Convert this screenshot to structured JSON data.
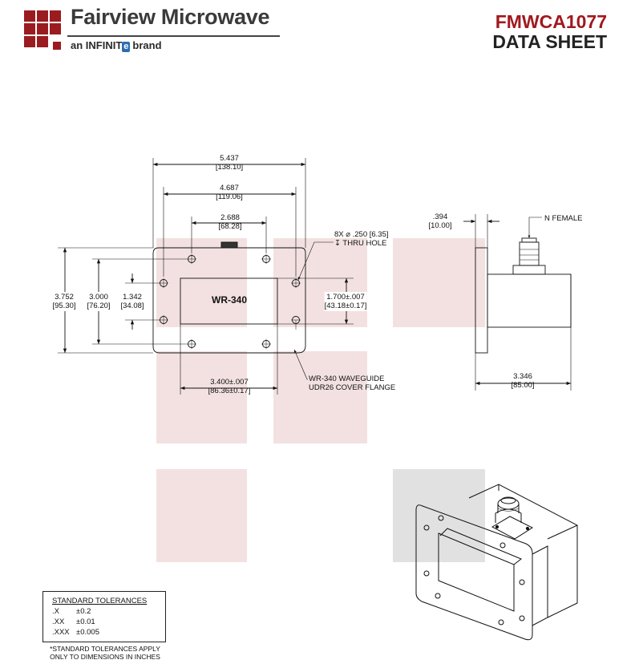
{
  "header": {
    "brand_name": "Fairview Microwave",
    "brand_sub_pre": "an INFINIT",
    "brand_sub_e": "e",
    "brand_sub_post": "brand",
    "part_number": "FMWCA1077",
    "sheet_title": "DATA SHEET"
  },
  "colors": {
    "brand_red": "#9a1c20",
    "part_number_red": "#a0191f",
    "infinite_blue": "#2a6fb0",
    "watermark_pink": "#f3e1e1",
    "watermark_grey": "#e1e1e1"
  },
  "drawing": {
    "dim_overall_width": {
      "inch": "5.437",
      "mm": "[138.10]"
    },
    "dim_hole_span_outer": {
      "inch": "4.687",
      "mm": "[119.06]"
    },
    "dim_hole_span_top": {
      "inch": "2.688",
      "mm": "[68.28]"
    },
    "dim_overall_height": {
      "inch": "3.752",
      "mm": "[95.30]"
    },
    "dim_hole_span_vertical": {
      "inch": "3.000",
      "mm": "[76.20]"
    },
    "dim_hole_span_inner": {
      "inch": "1.342",
      "mm": "[34.08]"
    },
    "dim_aperture_height": {
      "inch": "1.700±.007",
      "mm": "[43.18±0.17]"
    },
    "dim_aperture_width": {
      "inch": "3.400±.007",
      "mm": "[86.36±0.17]"
    },
    "hole_callout_line1": "8X ⌀ .250 [6.35]",
    "hole_callout_line2": "↧ THRU HOLE",
    "waveguide_label": "WR-340",
    "flange_callout_line1": "WR-340 WAVEGUIDE",
    "flange_callout_line2": "UDR26 COVER FLANGE",
    "dim_flange_thickness": {
      "inch": ".394",
      "mm": "[10.00]"
    },
    "connector_callout": "N FEMALE",
    "dim_body_length": {
      "inch": "3.346",
      "mm": "[85.00]"
    }
  },
  "tolerances": {
    "title": "STANDARD TOLERANCES",
    "rows": [
      {
        "key": ".X",
        "value": "±0.2"
      },
      {
        "key": ".XX",
        "value": "±0.01"
      },
      {
        "key": ".XXX",
        "value": "±0.005"
      }
    ],
    "note_line1": "*STANDARD TOLERANCES APPLY",
    "note_line2": "ONLY TO DIMENSIONS IN INCHES"
  }
}
